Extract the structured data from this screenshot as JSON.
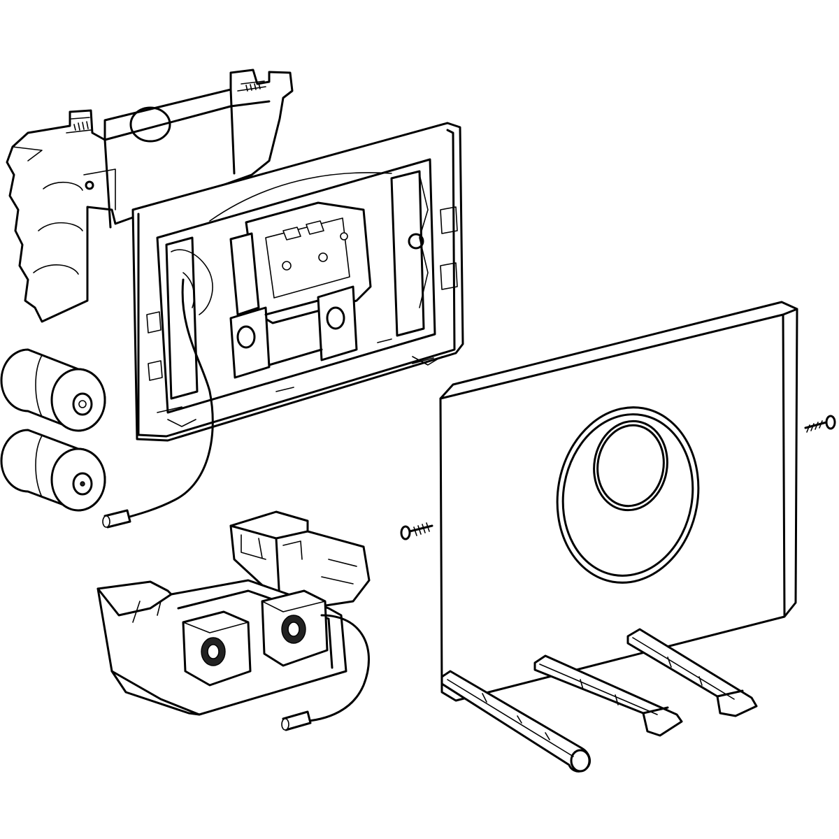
{
  "figure": {
    "type": "exploded-view line drawing",
    "colors": {
      "line": "#000000",
      "background": "#ffffff",
      "dark_fill": "#222222"
    },
    "components": [
      "mounting-shield",
      "actuator-frame",
      "battery",
      "battery",
      "sensor-cable",
      "control-unit",
      "cover-plate",
      "sensor-window",
      "screw",
      "screw",
      "extension-rod",
      "extension-rod",
      "extension-rod"
    ]
  }
}
